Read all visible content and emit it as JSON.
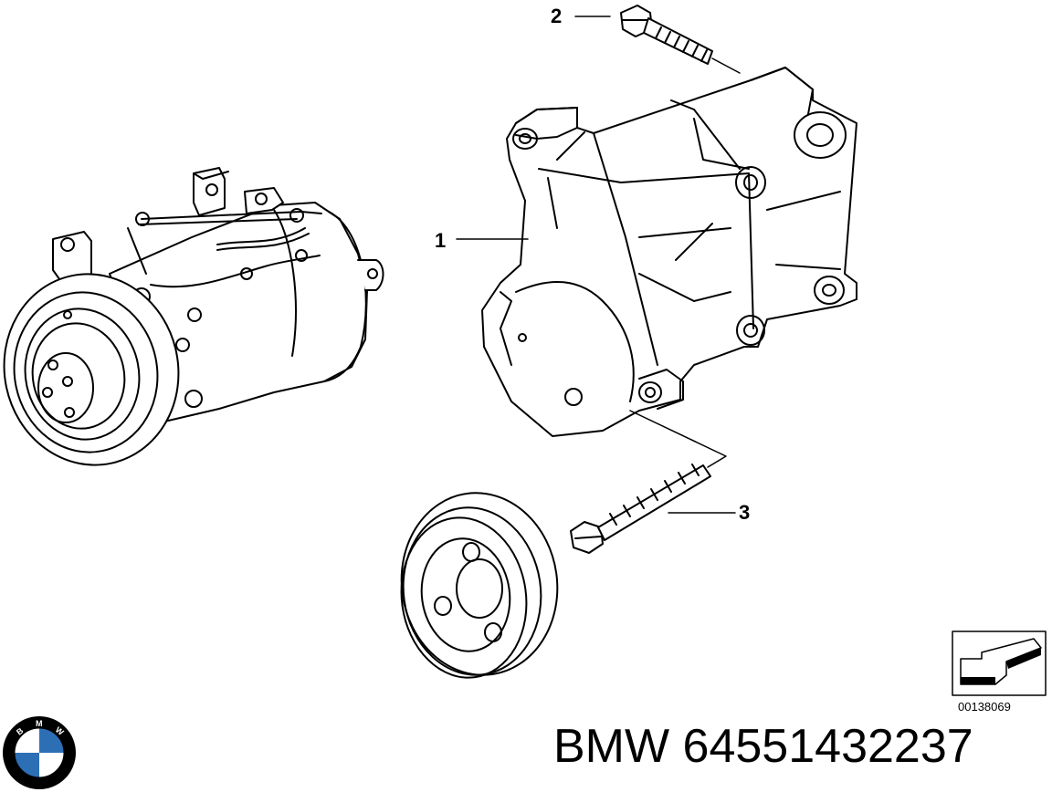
{
  "callouts": {
    "part1": "1",
    "part2": "2",
    "part3": "3"
  },
  "diagram_id": "00138069",
  "caption": {
    "brand": "BMW",
    "part_number": "64551432237"
  },
  "logo": {
    "letters": [
      "B",
      "M",
      "W"
    ],
    "colors": {
      "blue": "#2d6fb5",
      "ring": "#000000",
      "white": "#ffffff"
    }
  },
  "line_color": "#000000"
}
